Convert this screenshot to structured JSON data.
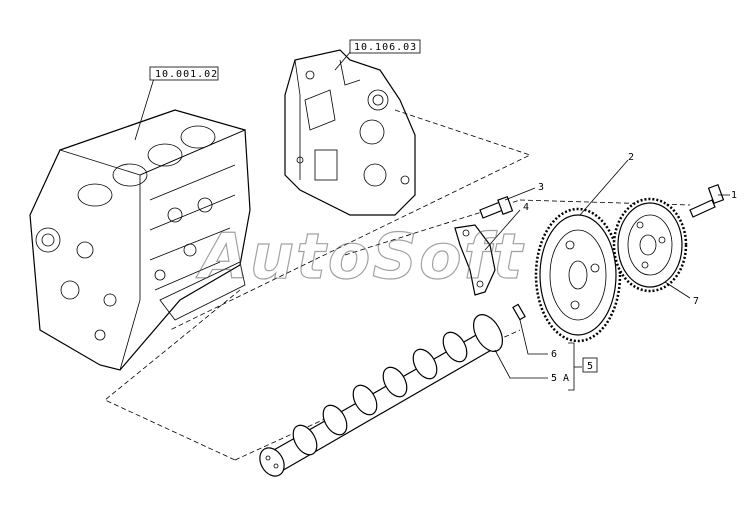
{
  "references": {
    "engine_block": "10.001.02",
    "timing_cover": "10.106.03"
  },
  "callouts": {
    "c1": "1",
    "c2": "2",
    "c3": "3",
    "c4": "4",
    "c5": "5",
    "c5a": "5 A",
    "c6": "6",
    "c7": "7"
  },
  "watermark": "AutoSoft"
}
